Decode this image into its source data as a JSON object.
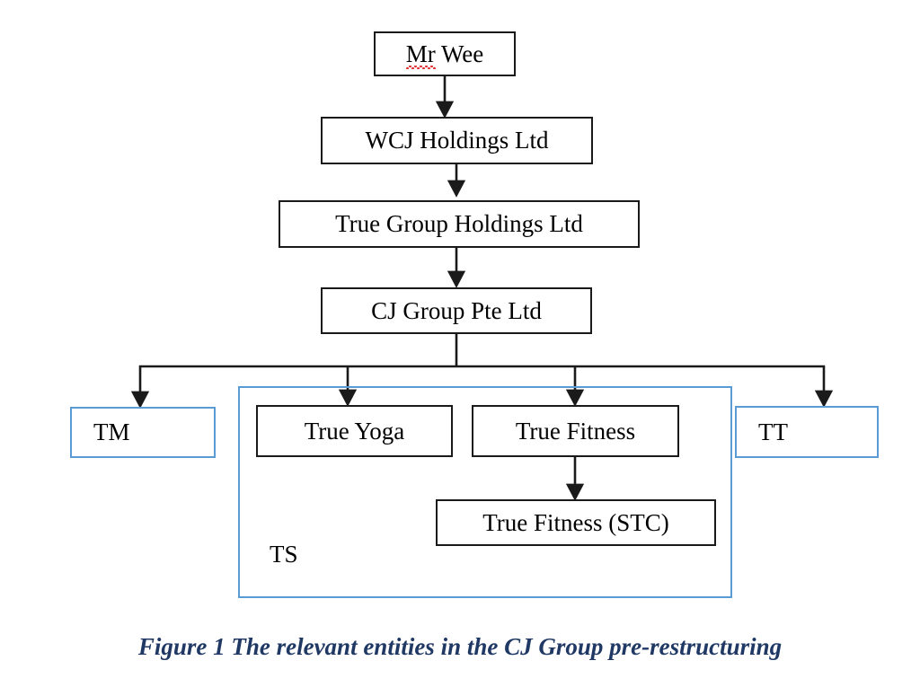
{
  "figure": {
    "caption": "Figure 1 The relevant entities in the CJ Group pre-restructuring",
    "caption_color": "#1F3864"
  },
  "colors": {
    "box_border_black": "#1A1A1A",
    "box_border_blue": "#5B9BD5",
    "connector": "#1A1A1A",
    "background": "#FFFFFF",
    "spellcheck_underline": "#E03131"
  },
  "chart_data": {
    "type": "diagram",
    "title": "Figure 1 The relevant entities in the CJ Group pre-restructuring",
    "nodes": [
      {
        "id": "mr-wee",
        "label": "Mr Wee",
        "style": "black",
        "spellcheck_word": "Mr"
      },
      {
        "id": "wcj-holdings",
        "label": "WCJ Holdings Ltd",
        "style": "black"
      },
      {
        "id": "true-group",
        "label": "True Group Holdings Ltd",
        "style": "black"
      },
      {
        "id": "cj-group",
        "label": "CJ Group Pte Ltd",
        "style": "black"
      },
      {
        "id": "tm",
        "label": "TM",
        "style": "blue"
      },
      {
        "id": "true-yoga",
        "label": "True Yoga",
        "style": "black"
      },
      {
        "id": "true-fitness",
        "label": "True Fitness",
        "style": "black"
      },
      {
        "id": "tt",
        "label": "TT",
        "style": "blue"
      },
      {
        "id": "true-fitness-stc",
        "label": "True Fitness (STC)",
        "style": "black"
      }
    ],
    "groups": [
      {
        "id": "ts-group",
        "label": "TS",
        "style": "blue",
        "contains": [
          "true-yoga",
          "true-fitness",
          "true-fitness-stc"
        ]
      }
    ],
    "edges": [
      {
        "from": "mr-wee",
        "to": "wcj-holdings",
        "arrow": true
      },
      {
        "from": "wcj-holdings",
        "to": "true-group",
        "arrow": true
      },
      {
        "from": "true-group",
        "to": "cj-group",
        "arrow": true
      },
      {
        "from": "cj-group",
        "to": "tm",
        "arrow": true
      },
      {
        "from": "cj-group",
        "to": "true-yoga",
        "arrow": true
      },
      {
        "from": "cj-group",
        "to": "true-fitness",
        "arrow": true
      },
      {
        "from": "cj-group",
        "to": "tt",
        "arrow": true
      },
      {
        "from": "true-fitness",
        "to": "true-fitness-stc",
        "arrow": true
      }
    ]
  },
  "nodes": {
    "mr_wee": {
      "label": "Mr Wee",
      "spell_word": "Mr",
      "rest": " Wee"
    },
    "wcj_holdings": {
      "label": "WCJ Holdings Ltd"
    },
    "true_group": {
      "label": "True Group Holdings Ltd"
    },
    "cj_group": {
      "label": "CJ Group Pte Ltd"
    },
    "tm": {
      "label": "TM"
    },
    "true_yoga": {
      "label": "True Yoga"
    },
    "true_fitness": {
      "label": "True Fitness"
    },
    "tt": {
      "label": "TT"
    },
    "true_fitness_stc": {
      "label": "True Fitness (STC)"
    },
    "ts_group": {
      "label": "TS"
    }
  }
}
